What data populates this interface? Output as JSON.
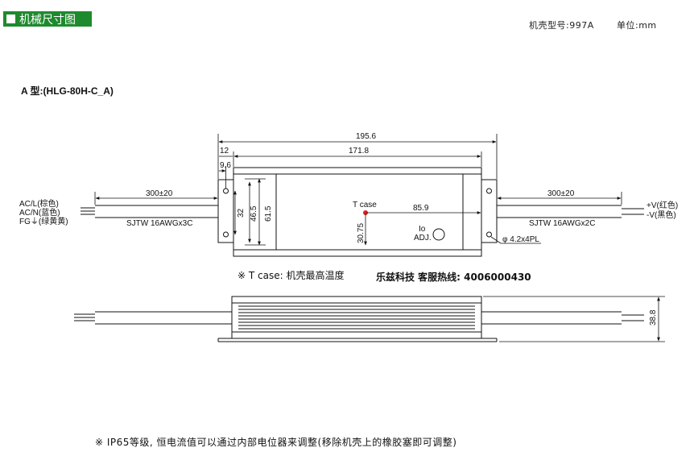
{
  "header": {
    "section_title": "机械尺寸图",
    "case_model": "机壳型号:997A",
    "unit": "单位:mm"
  },
  "model_label": "A 型:(HLG-80H-C_A)",
  "dimensions": {
    "overall_length": "195.6",
    "inner_length": "171.8",
    "flange": "12",
    "hole_offset": "9.6",
    "cable_left": "300±20",
    "cable_right": "300±20",
    "height_32": "32",
    "height_46_5": "46.5",
    "width_61_5": "61.5",
    "tcase_x": "85.9",
    "tcase_y": "30.75",
    "side_height": "38.8",
    "hole_spec": "φ 4.2x4PL"
  },
  "labels": {
    "ac_l": "AC/L(棕色)",
    "ac_n": "AC/N(蓝色)",
    "fg": "FG⏚(绿黄黄)",
    "cable_in": "SJTW 16AWGx3C",
    "cable_out": "SJTW 16AWGx2C",
    "v_plus": "+V(红色)",
    "v_minus": "-V(黑色)",
    "tcase": "T case",
    "io": "Io",
    "adj": "ADJ."
  },
  "notes": {
    "tcase_note": "※ T case: 机壳最高温度",
    "service": "乐兹科技 客服热线: 4006000430",
    "ip65": "※  IP65等级, 恒电流值可以通过内部电位器来调整(移除机壳上的橡胶塞即可调整)"
  },
  "colors": {
    "badge": "#1e8a2e",
    "tcase_dot": "#e02020"
  }
}
